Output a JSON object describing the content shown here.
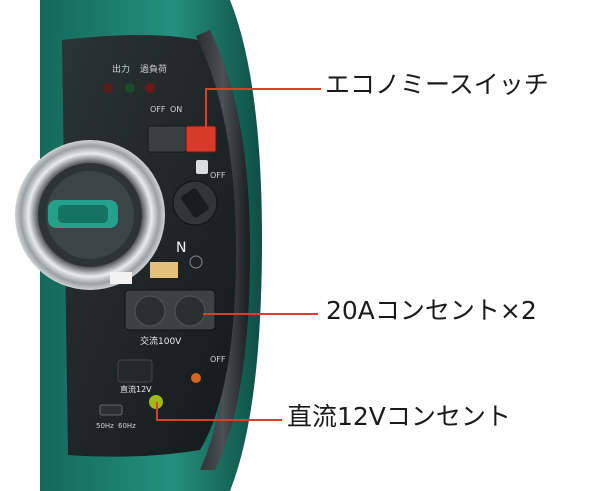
{
  "callouts": {
    "eco_switch": "エコノミースイッチ",
    "outlet_20a": "20Aコンセント×2",
    "dc_outlet": "直流12Vコンセント"
  },
  "panel_text": {
    "status": "出力",
    "warning": "過負荷",
    "off1": "OFF",
    "on1": "ON",
    "off2": "OFF",
    "off3": "OFF",
    "n_mark": "N",
    "ac": "交流100V",
    "dc": "直流12V",
    "freq_50": "50Hz",
    "freq_60": "60Hz"
  },
  "colors": {
    "body_green": "#1f8a78",
    "panel_dark": "#1e2628",
    "leader_red": "#d8402a",
    "eco_red": "#d83a2a"
  }
}
